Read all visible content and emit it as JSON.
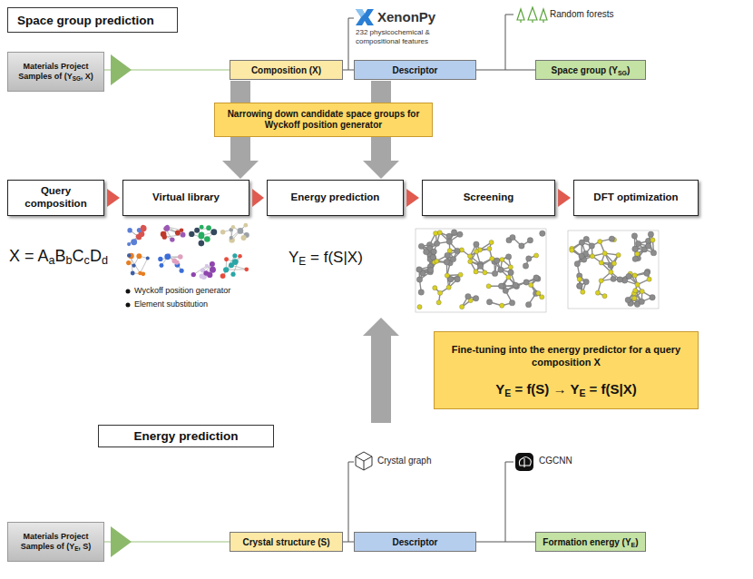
{
  "diagram": {
    "nodes": [
      {
        "text": [
          "Space group prediction"
        ]
      },
      {
        "text": [
          "Materials Project",
          "Samples of (YSG, X)"
        ]
      },
      {
        "text": [
          "Composition (X)"
        ]
      },
      {
        "text": [
          "Descriptor"
        ]
      },
      {
        "text": [
          "Space group (YSG)"
        ]
      },
      {
        "text": [
          "Narrowing down candidate space groups for Wyckoff position generator"
        ]
      },
      {
        "text": [
          "Query composition"
        ]
      },
      {
        "text": [
          "Virtual library"
        ]
      },
      {
        "text": [
          "Energy prediction"
        ]
      },
      {
        "text": [
          "Screening"
        ]
      },
      {
        "text": [
          "DFT optimization"
        ]
      },
      {
        "text": [
          "Fine-tuning into the energy predictor for a query composition X",
          "YE = f(S) → YE = f(S|X)"
        ]
      },
      {
        "text": [
          "Energy prediction"
        ]
      },
      {
        "text": [
          "Materials Project",
          "Samples of (YE, S)"
        ]
      },
      {
        "text": [
          "Crystal structure (S)"
        ]
      },
      {
        "text": [
          "Descriptor"
        ]
      },
      {
        "text": [
          "Formation energy (YE)"
        ]
      }
    ],
    "edges": [
      {
        "from": 1,
        "to": 2,
        "arrow": "to"
      },
      {
        "from": 2,
        "to": 3,
        "arrow": "none"
      },
      {
        "from": 3,
        "to": 4,
        "arrow": "none"
      },
      {
        "from": 2,
        "to": 7,
        "arrow": "to"
      },
      {
        "from": 3,
        "to": 8,
        "arrow": "to"
      },
      {
        "from": 6,
        "to": 7,
        "arrow": "to"
      },
      {
        "from": 7,
        "to": 8,
        "arrow": "to"
      },
      {
        "from": 8,
        "to": 9,
        "arrow": "to"
      },
      {
        "from": 9,
        "to": 10,
        "arrow": "to"
      },
      {
        "from": 13,
        "to": 14,
        "arrow": "to"
      },
      {
        "from": 14,
        "to": 15,
        "arrow": "none"
      },
      {
        "from": 15,
        "to": 16,
        "arrow": "none"
      }
    ],
    "labels": [
      "XenonPy",
      "232 physicochemical & compositional features",
      "Random forests",
      "X = AaBbCcDd",
      "Wyckoff position generator",
      "Element substitution",
      "YE = f(S|X)",
      "Crystal graph",
      "CGCNN"
    ]
  }
}
